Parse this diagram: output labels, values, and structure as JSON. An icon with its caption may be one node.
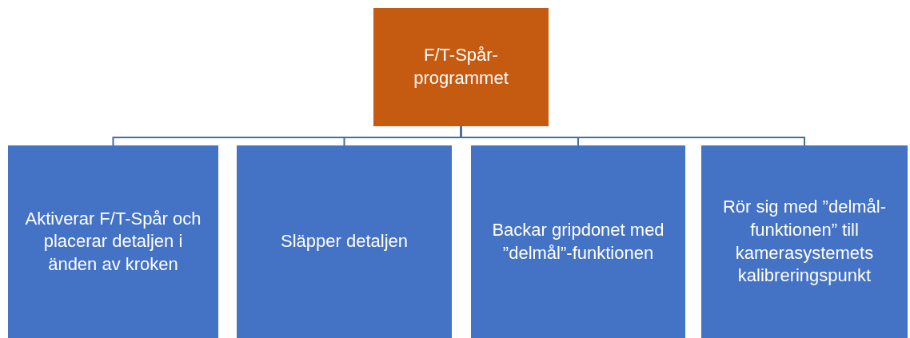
{
  "diagram": {
    "nodes": [
      {
        "text": [
          "F/T-Spår-programmet"
        ]
      },
      {
        "text": [
          "Aktiverar F/T-Spår och placerar detaljen i änden av kroken"
        ]
      },
      {
        "text": [
          "Släpper detaljen"
        ]
      },
      {
        "text": [
          "Backar gripdonet med ”delmål”-funktionen"
        ]
      },
      {
        "text": [
          "Rör sig med ”delmål-funktionen” till kamerasystemets kalibreringspunkt"
        ]
      }
    ],
    "edges": [
      {
        "from": 0,
        "to": 1,
        "arrow": "none"
      },
      {
        "from": 0,
        "to": 2,
        "arrow": "none"
      },
      {
        "from": 0,
        "to": 3,
        "arrow": "none"
      },
      {
        "from": 0,
        "to": 4,
        "arrow": "none"
      }
    ]
  }
}
